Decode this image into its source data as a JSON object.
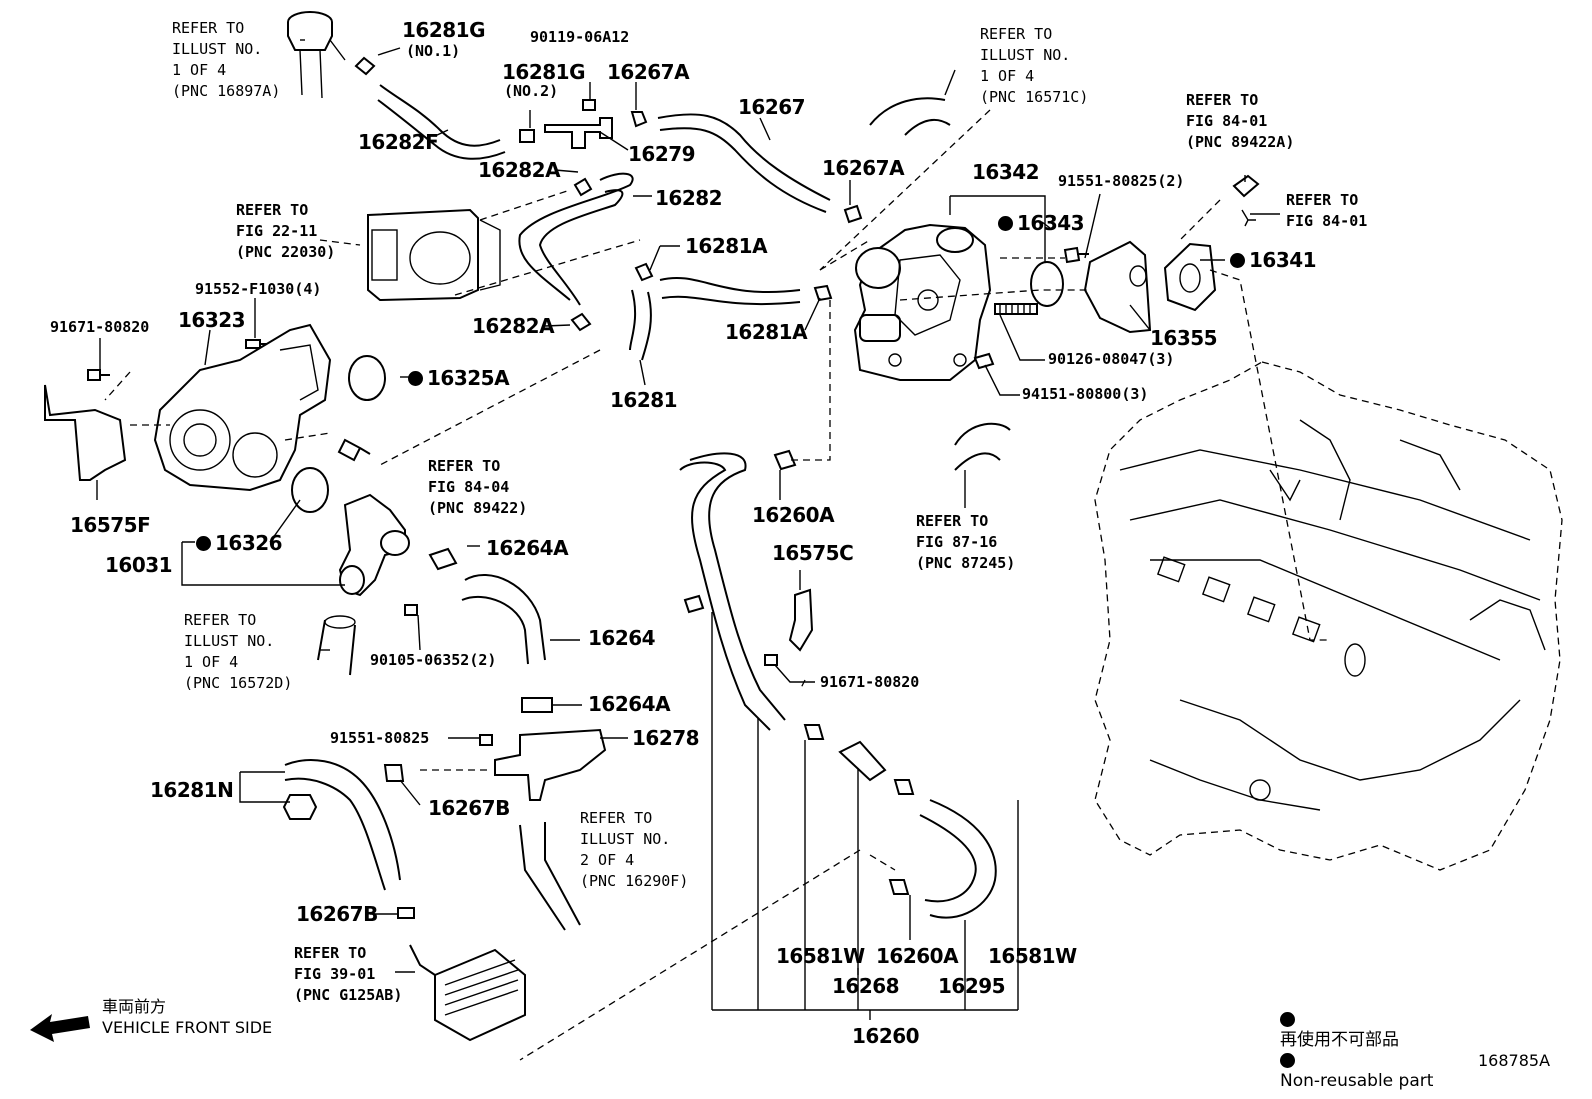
{
  "labels": {
    "p16281G_1": "16281G",
    "p16281G_1_note": "(NO.1)",
    "p90119": "90119-06A12",
    "p16281G_2": "16281G",
    "p16281G_2_note": "(NO.2)",
    "p16267A_top": "16267A",
    "p16267": "16267",
    "p16282F": "16282F",
    "p16279": "16279",
    "p16282A_top": "16282A",
    "p16282": "16282",
    "p16267A_mid": "16267A",
    "p16342": "16342",
    "p16343": "16343",
    "p91551_2": "91551-80825(2)",
    "p16341": "16341",
    "p16355": "16355",
    "p16281A_top": "16281A",
    "p16281A_mid": "16281A",
    "p16282A_mid": "16282A",
    "p16281": "16281",
    "p90126": "90126-08047(3)",
    "p94151": "94151-80800(3)",
    "p91552": "91552-F1030(4)",
    "p91671_top": "91671-80820",
    "p16323": "16323",
    "p16325A": "16325A",
    "p16575F": "16575F",
    "p16326": "16326",
    "p16031": "16031",
    "p16264A_top": "16264A",
    "p16264": "16264",
    "p90105": "90105-06352(2)",
    "p16264A_bot": "16264A",
    "p91551_1": "91551-80825",
    "p16278": "16278",
    "p16281N": "16281N",
    "p16267B_mid": "16267B",
    "p16267B_bot": "16267B",
    "p16260A_top": "16260A",
    "p16575C": "16575C",
    "p91671_mid": "91671-80820",
    "p16581W_l": "16581W",
    "p16260A_bot": "16260A",
    "p16581W_r": "16581W",
    "p16268": "16268",
    "p16295": "16295",
    "p16260": "16260"
  },
  "refs": {
    "r1": [
      "REFER TO",
      "ILLUST NO.",
      "1 OF 4",
      "(PNC 16897A)"
    ],
    "r2": [
      "REFER TO",
      "ILLUST NO.",
      "1 OF 4",
      "(PNC 16571C)"
    ],
    "r3": [
      "REFER TO",
      "FIG 84-01",
      "(PNC 89422A)"
    ],
    "r4": [
      "REFER TO",
      "FIG 84-01"
    ],
    "r5": [
      "REFER TO",
      "FIG 22-11",
      "(PNC 22030)"
    ],
    "r6": [
      "REFER TO",
      "FIG 84-04",
      "(PNC 89422)"
    ],
    "r7": [
      "REFER TO",
      "FIG 87-16",
      "(PNC 87245)"
    ],
    "r8": [
      "REFER TO",
      "ILLUST NO.",
      "1 OF 4",
      "(PNC 16572D)"
    ],
    "r9": [
      "REFER TO",
      "ILLUST NO.",
      "2 OF 4",
      "(PNC 16290F)"
    ],
    "r10": [
      "REFER TO",
      "FIG 39-01",
      "(PNC G125AB)"
    ]
  },
  "direction": {
    "jp": "車両前方",
    "en": "VEHICLE FRONT SIDE"
  },
  "legend": {
    "jp": "再使用不可部品",
    "en": "Non-reusable part"
  },
  "illustration_id": "168785A"
}
